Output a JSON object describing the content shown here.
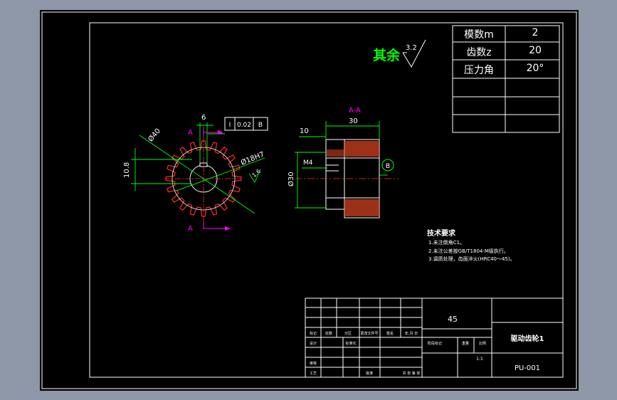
{
  "colors": {
    "background": "#8e97a7",
    "sheet": "#000000",
    "line": "#ffffff",
    "gear": "#ff2a2a",
    "dimension": "#00ff00",
    "section": "#ff00ff",
    "center_line": "#ff3030",
    "title_accent": "#00ff00"
  },
  "params": {
    "rows": [
      {
        "label": "模数m",
        "value": "2"
      },
      {
        "label": "齿数z",
        "value": "20"
      },
      {
        "label": "压力角",
        "value": "20°"
      }
    ]
  },
  "roughness_note": {
    "prefix": "其余",
    "value": "3.2"
  },
  "front_view": {
    "dim_bore": "Ø18H7",
    "dim_outer": "Ø40",
    "dim_height": "10.8",
    "dim_key": "6",
    "tolerance": {
      "symbol": "I",
      "value": "0.02",
      "datum": "B"
    },
    "section_mark": "A",
    "roughness_mark": "1.6"
  },
  "side_view": {
    "section_label": "A-A",
    "dim_width": "30",
    "dim_hub": "10",
    "dim_thread": "M4",
    "dim_diameter": "Ø30",
    "datum": "B"
  },
  "tech_requirements": {
    "title": "技术要求",
    "lines": [
      "1.未注倒角C1。",
      "2.未注公差按GB/T1804-M级执行。",
      "3.调质处理，齿面淬火(HRC40～45)。"
    ]
  },
  "title_block": {
    "material": "45",
    "part_name": "驱动齿轮1",
    "drawing_no": "PU-001",
    "labels": {
      "mark": "标记",
      "count": "处数",
      "zone": "分区",
      "change_doc": "更改文件号",
      "signature": "签名",
      "date": "年.月.日",
      "designer": "设计",
      "standardize": "标准化",
      "reviewer": "审核",
      "process": "工艺",
      "approve": "批准",
      "stage_mark": "阶段标记",
      "weight": "重量",
      "scale": "比例",
      "scale_value": "1:1",
      "sheet_total": "共 张 第 张"
    }
  }
}
